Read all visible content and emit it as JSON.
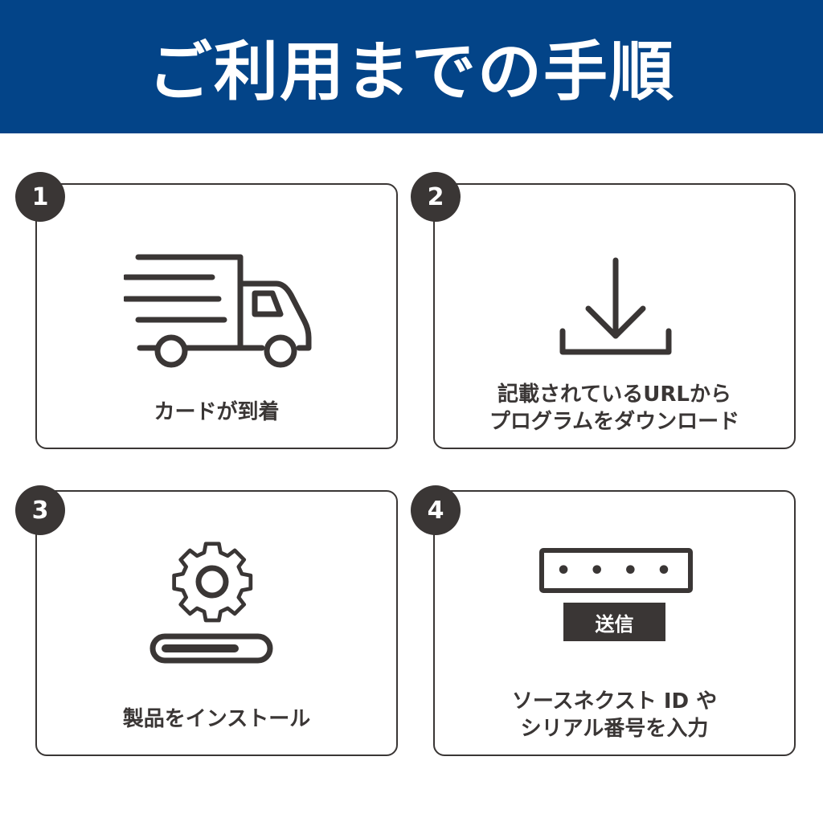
{
  "header": {
    "title": "ご利用までの手順"
  },
  "steps": [
    {
      "number": "1",
      "label_lines": [
        "カードが到着"
      ],
      "icon": "truck-icon"
    },
    {
      "number": "2",
      "label_lines": [
        "記載されているURLから",
        "プログラムをダウンロード"
      ],
      "icon": "download-icon"
    },
    {
      "number": "3",
      "label_lines": [
        "製品をインストール"
      ],
      "icon": "gear-install-icon"
    },
    {
      "number": "4",
      "label_lines": [
        "ソースネクスト ID や",
        "シリアル番号を入力"
      ],
      "icon": "password-form-icon",
      "button_label": "送信",
      "password_mask": "• • • •"
    }
  ],
  "colors": {
    "header": "#034488",
    "ink": "#3a3635"
  }
}
